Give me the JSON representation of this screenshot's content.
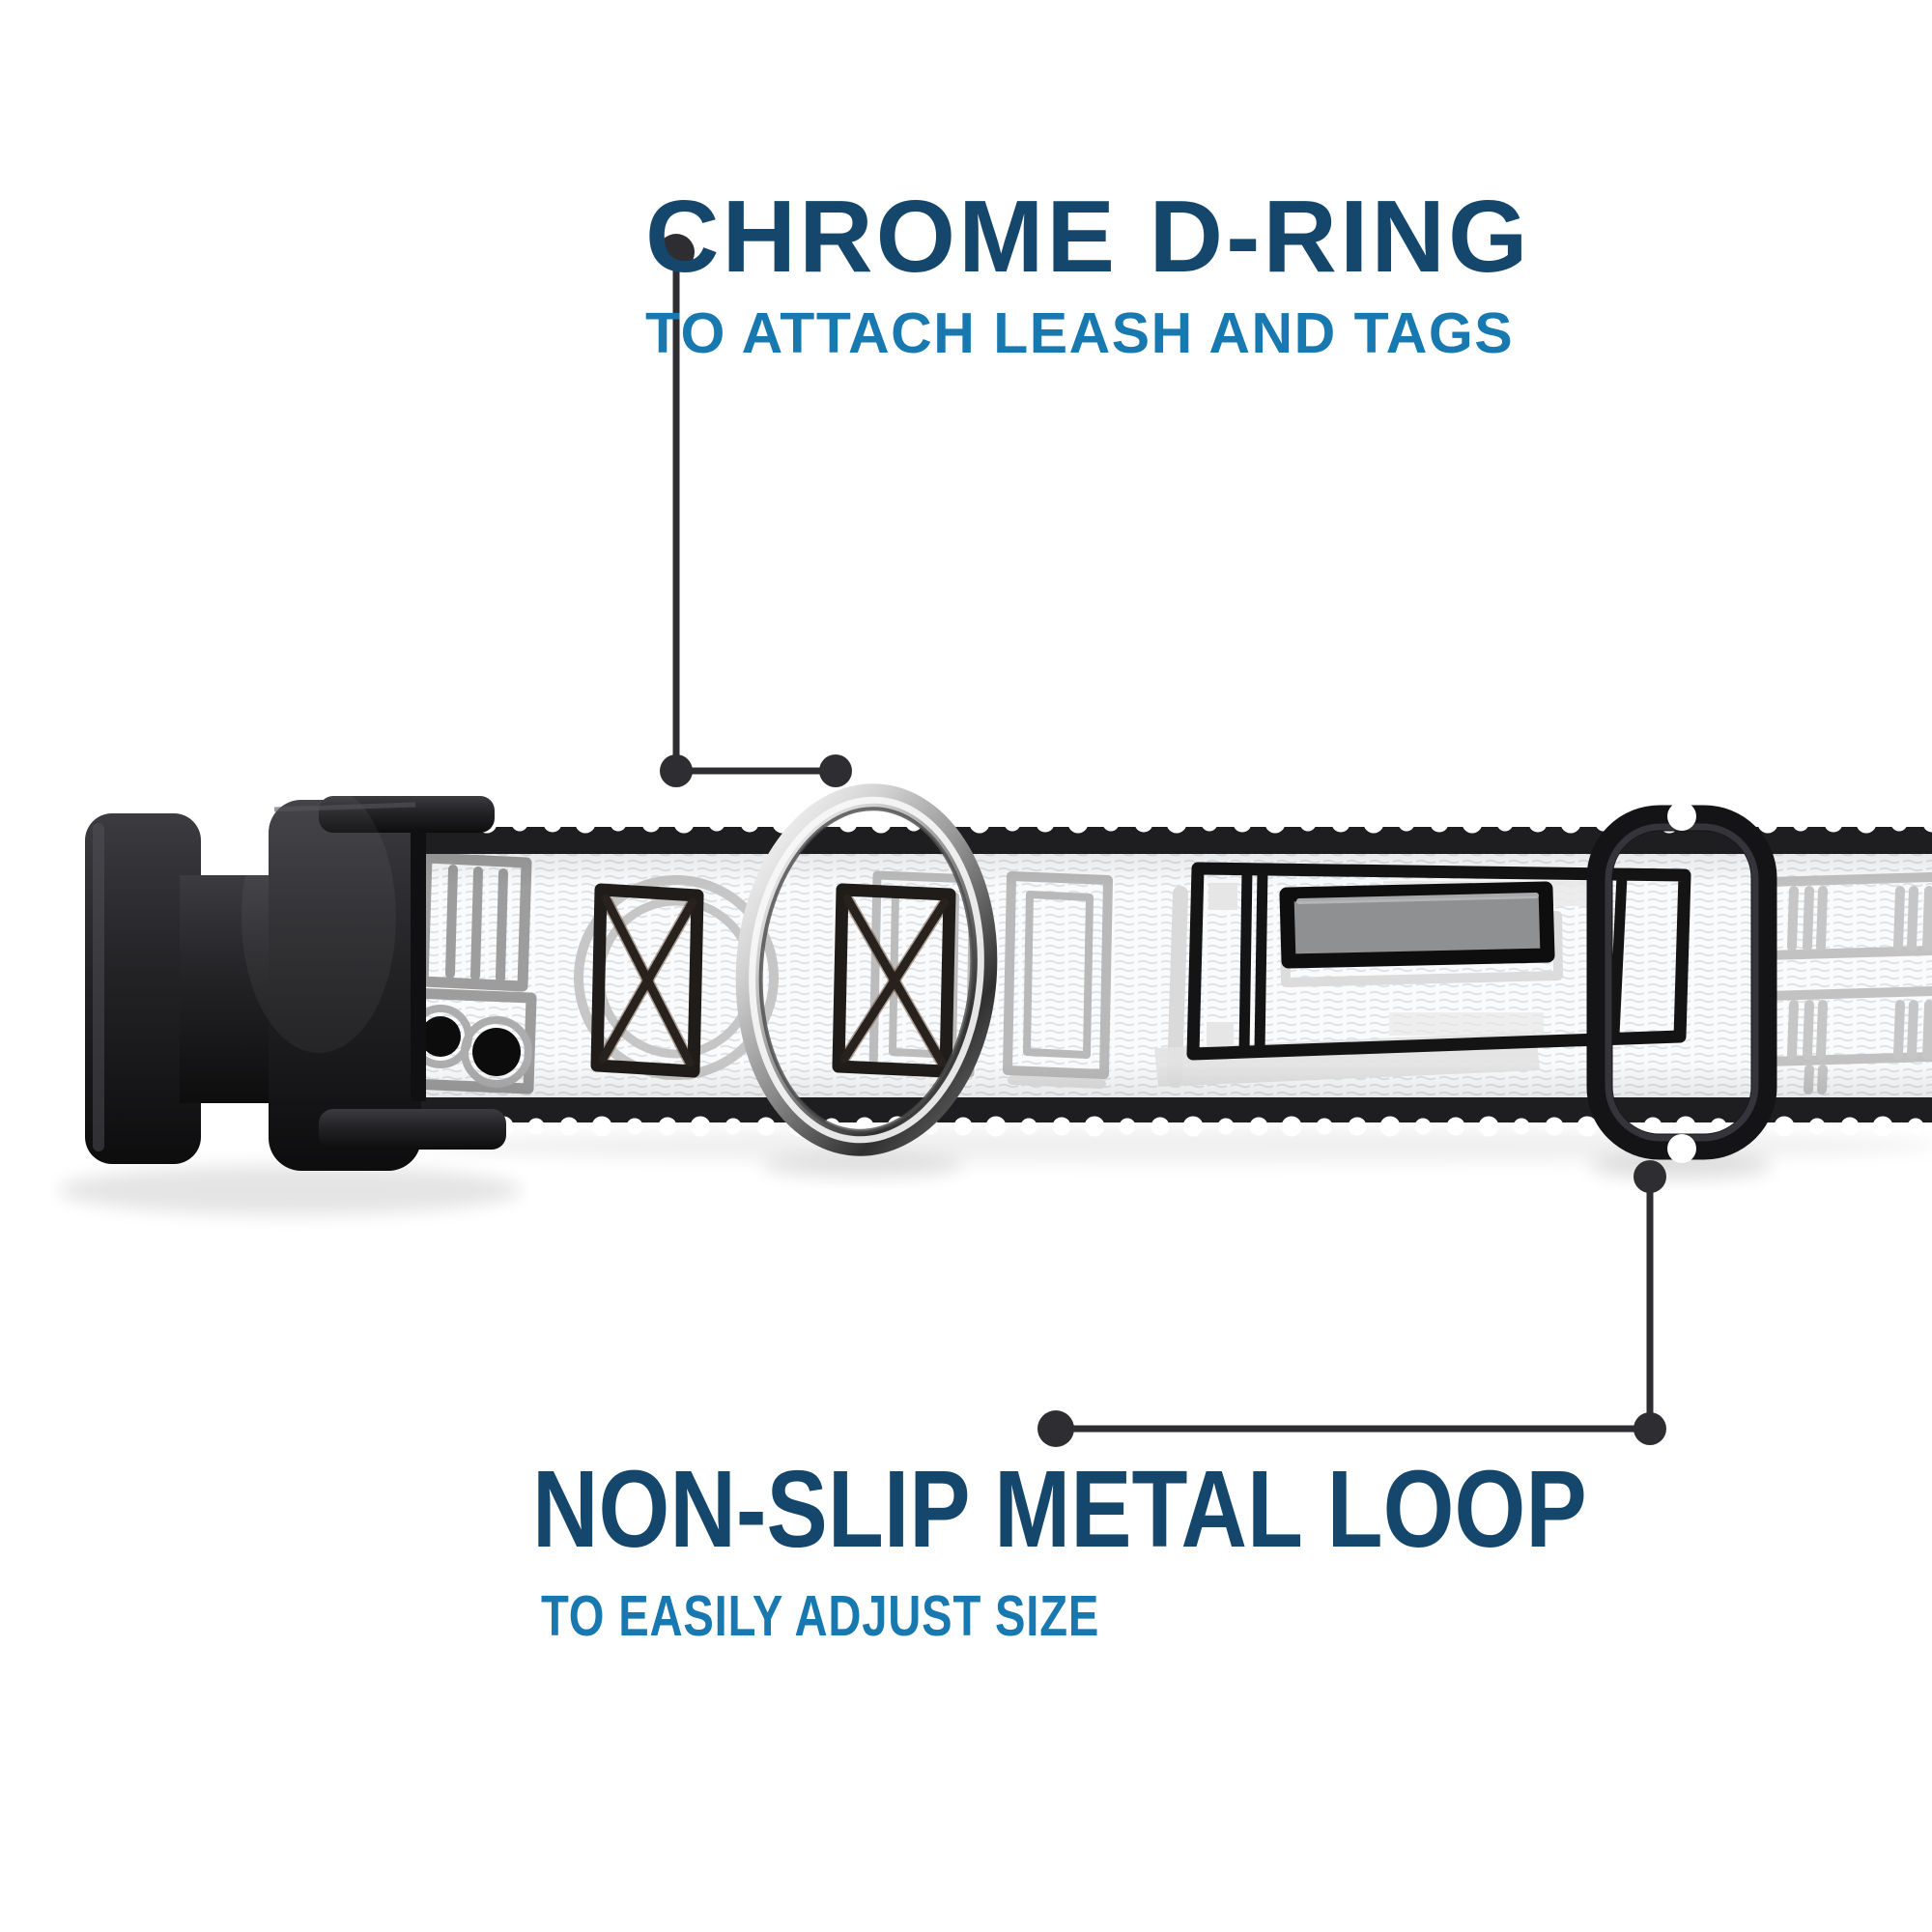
{
  "colors": {
    "background": "#ffffff",
    "title": "#14476b",
    "subtitle": "#1878b0",
    "callout": "#2e2e32",
    "buckle": "#202023",
    "strap-edge": "#1e1e20",
    "strap-white": "#fafbfc",
    "print-gray": "#9d9d9d",
    "print-light": "#e2e2e2",
    "stitch-black": "#1f1c1a",
    "button-gray": "#8f9092",
    "chrome-light": "#f4f4f4",
    "chrome-dark": "#333333",
    "loop-black": "#141417"
  },
  "callouts": {
    "chrome_d_ring": {
      "title": "CHROME D-RING",
      "subtitle": "TO ATTACH LEASH AND TAGS"
    },
    "metal_loop": {
      "title": "NON-SLIP METAL LOOP",
      "subtitle": "TO EASILY ADJUST SIZE"
    }
  },
  "product": {
    "parts": [
      "side-release-buckle",
      "printed-webbing-strap",
      "chrome-d-ring",
      "metal-tri-glide-loop"
    ]
  }
}
